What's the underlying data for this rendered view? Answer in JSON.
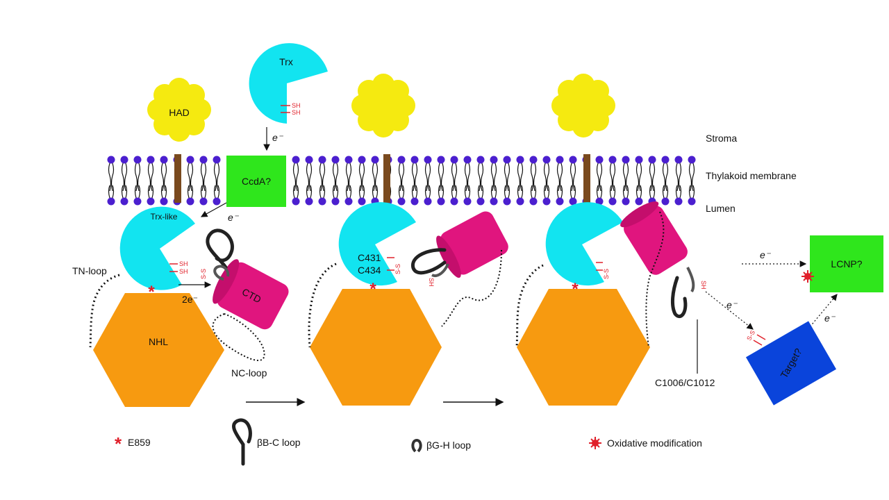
{
  "labels": {
    "trx": "Trx",
    "had": "HAD",
    "stroma": "Stroma",
    "thylakoid_membrane": "Thylakoid membrane",
    "lumen": "Lumen",
    "ccda": "CcdA?",
    "trx_like": "Trx-like",
    "tn_loop": "TN-loop",
    "ctd": "CTD",
    "nhl": "NHL",
    "nc_loop": "NC-loop",
    "two_e": "2e⁻",
    "c431": "C431",
    "c434": "C434",
    "c1006": "C1006/C1012",
    "lcnp": "LCNP?",
    "target": "Target?",
    "electron": "e⁻",
    "sh": "SH",
    "ss": "S-S"
  },
  "legend": {
    "e859": "E859",
    "bbc_loop": "βB-C loop",
    "bgh_loop": "βG-H loop",
    "oxidative": "Oxidative modification"
  },
  "colors": {
    "trx_cyan": "#12e4f0",
    "had_yellow": "#f5ea10",
    "ccda_green": "#2fe61c",
    "ctd_magenta": "#e0157e",
    "nhl_orange": "#f79a10",
    "target_blue": "#0a44db",
    "lipid_head": "#4b1fcf",
    "stalk_brown": "#7a4a1e",
    "mark_red": "#e0202a"
  }
}
